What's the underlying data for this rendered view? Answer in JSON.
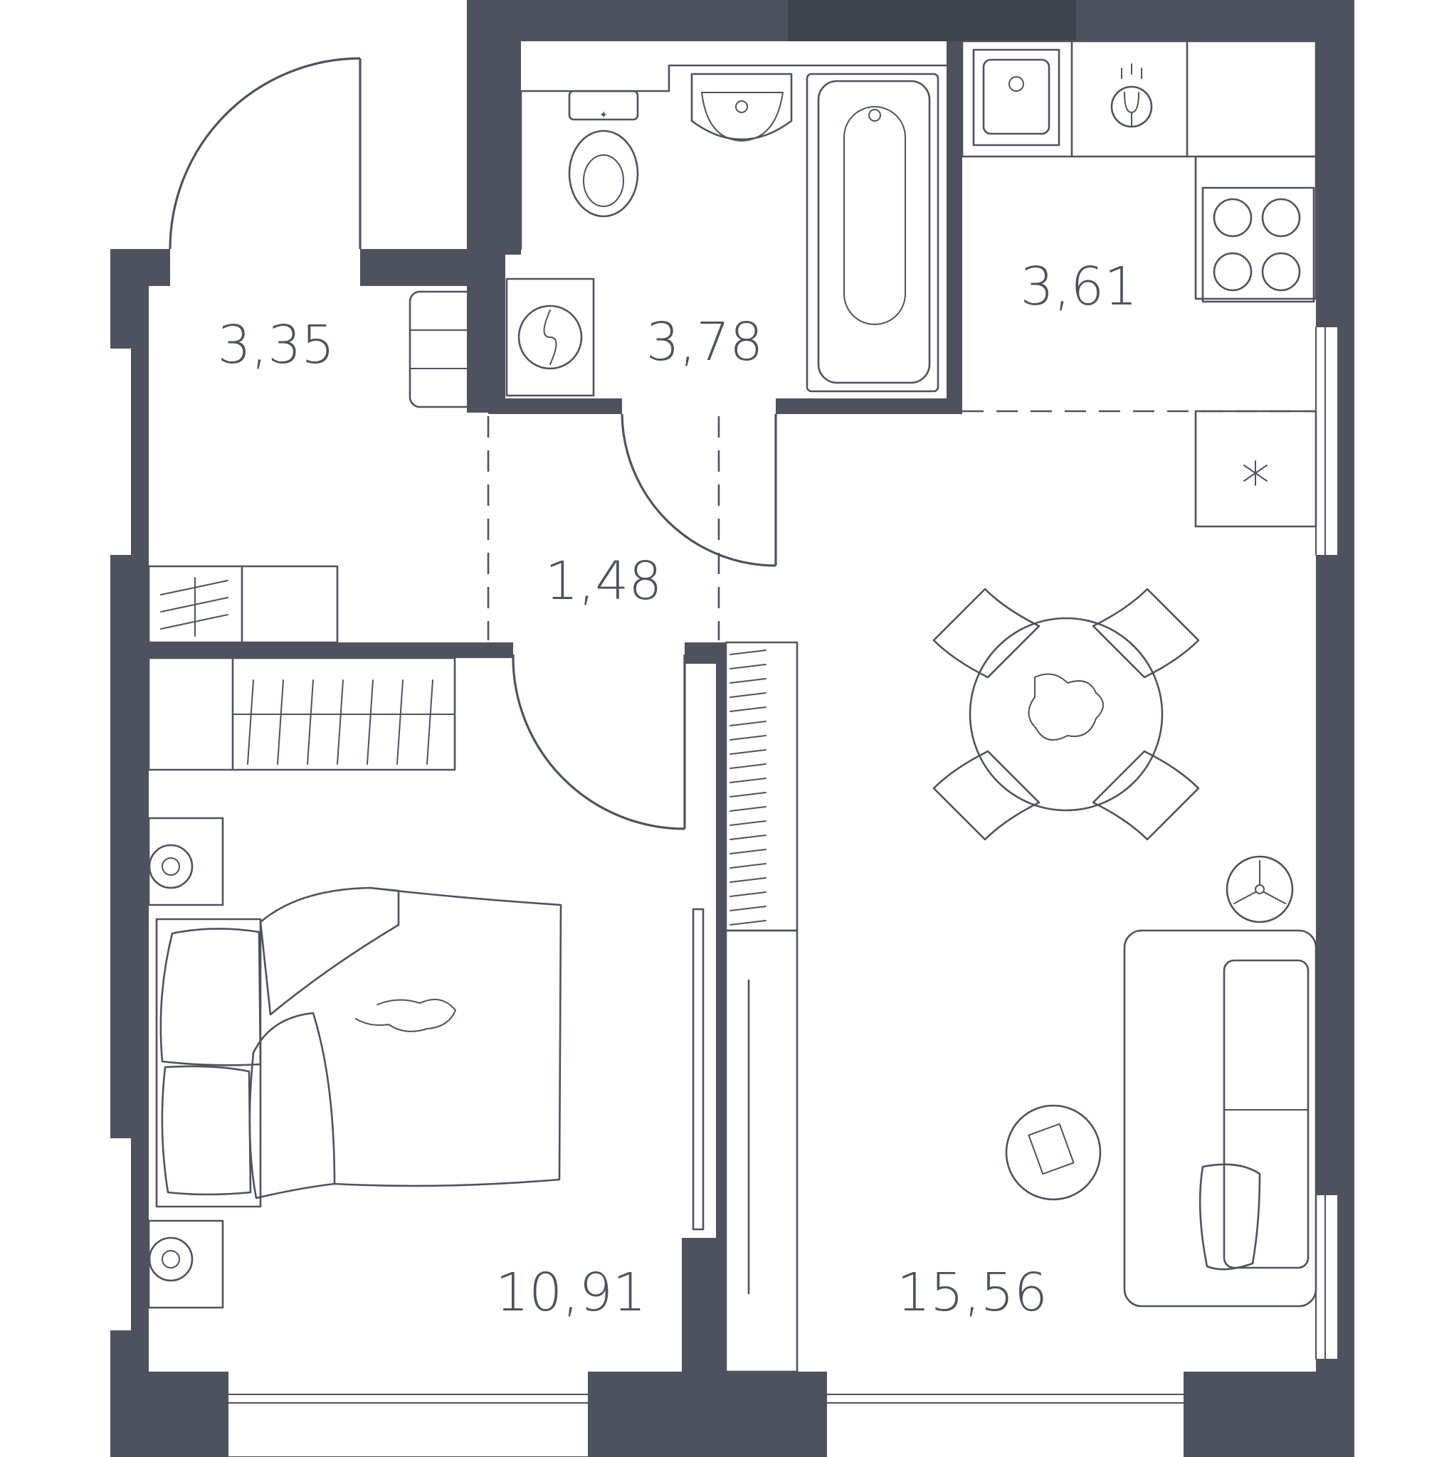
{
  "plan": {
    "colors": {
      "wall": "#4e525e",
      "line": "#4e525e",
      "text": "#4e525e",
      "background": "#ffffff"
    },
    "rooms": [
      {
        "id": "hallway",
        "area": "3,35"
      },
      {
        "id": "bathroom",
        "area": "3,78"
      },
      {
        "id": "kitchen",
        "area": "3,61"
      },
      {
        "id": "corridor",
        "area": "1,48"
      },
      {
        "id": "bedroom",
        "area": "10,91"
      },
      {
        "id": "living-room",
        "area": "15,56"
      }
    ],
    "fixtures": [
      "toilet-icon",
      "sink-icon",
      "bathtub-icon",
      "washing-machine-icon",
      "kitchen-sink-icon",
      "stove-icon",
      "dining-table-icon",
      "bed-icon",
      "sofa-icon",
      "wardrobe-icon",
      "coffee-table-icon",
      "nightstand-icon"
    ]
  }
}
